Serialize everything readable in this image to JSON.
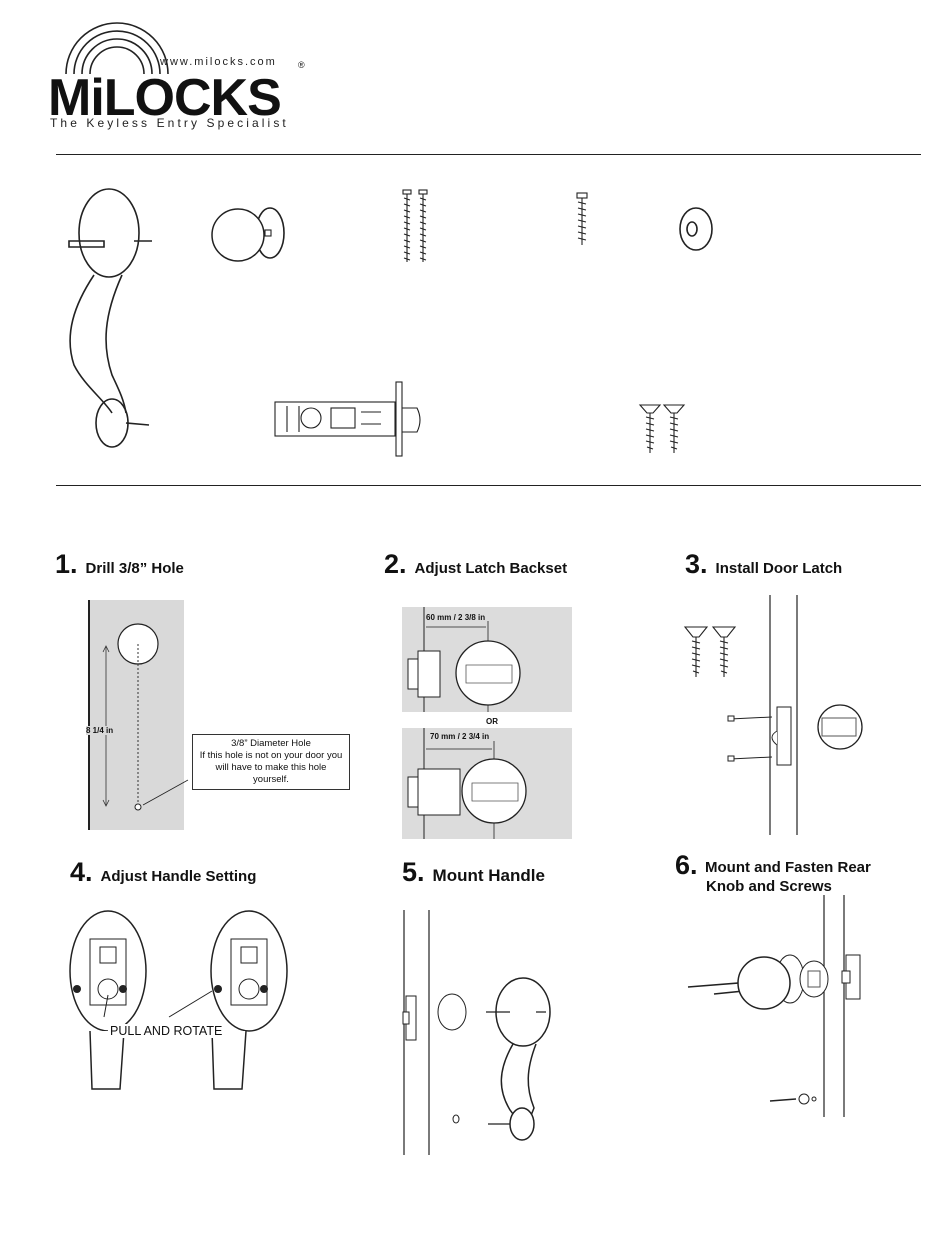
{
  "logo": {
    "url": "www.milocks.com",
    "name": "MiLOCKS",
    "registered": "®",
    "tagline": "The Keyless Entry Specialist"
  },
  "steps": [
    {
      "number": "1.",
      "label": "Drill 3/8” Hole"
    },
    {
      "number": "2.",
      "label": "Adjust Latch Backset"
    },
    {
      "number": "3.",
      "label": "Install Door Latch"
    },
    {
      "number": "4.",
      "label": "Adjust Handle Setting"
    },
    {
      "number": "5.",
      "label": "Mount Handle"
    },
    {
      "number": "6.",
      "label_line1": "Mount and Fasten Rear",
      "label_line2": "Knob and Screws"
    }
  ],
  "step1": {
    "measurement": "8 1/4 in",
    "callout_title": "3/8” Diameter Hole",
    "callout_body": "If this hole is not on your door you will have to make this hole yourself."
  },
  "step2": {
    "backset_a": "60 mm / 2 3/8 in",
    "or": "OR",
    "backset_b": "70 mm / 2 3/4 in"
  },
  "step4": {
    "instruction": "PULL AND ROTATE"
  }
}
